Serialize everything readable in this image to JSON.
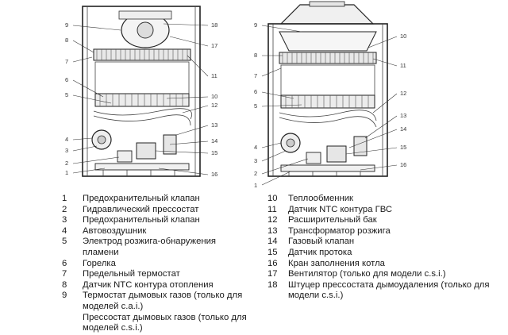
{
  "left_callouts": [
    "9",
    "18",
    "8",
    "17",
    "7",
    "11",
    "6",
    "5",
    "10",
    "12",
    "13",
    "14",
    "4",
    "3",
    "15",
    "2",
    "1",
    "16"
  ],
  "right_callouts": [
    "9",
    "10",
    "8",
    "11",
    "7",
    "6",
    "12",
    "5",
    "13",
    "14",
    "4",
    "15",
    "3",
    "2",
    "16",
    "1"
  ],
  "legend_left": [
    {
      "num": "1",
      "text": "Предохранительный клапан"
    },
    {
      "num": "2",
      "text": "Гидравлический прессостат"
    },
    {
      "num": "3",
      "text": "Предохранительный клапан"
    },
    {
      "num": "4",
      "text": "Автовоздушник"
    },
    {
      "num": "5",
      "text": "Электрод розжига-обнаружения пламени"
    },
    {
      "num": "6",
      "text": "Горелка"
    },
    {
      "num": "7",
      "text": "Предельный термостат"
    },
    {
      "num": "8",
      "text": "Датчик NTC контура отопления"
    },
    {
      "num": "9",
      "text": "Термостат дымовых газов (только для моделей c.a.i.)"
    },
    {
      "num": "",
      "text": "Прессостат дымовых газов (только для моделей c.s.i.)"
    }
  ],
  "legend_right": [
    {
      "num": "10",
      "text": "Теплообменник"
    },
    {
      "num": "11",
      "text": "Датчик NTC контура ГВС"
    },
    {
      "num": "12",
      "text": "Расширительный бак"
    },
    {
      "num": "13",
      "text": "Трансформатор розжига"
    },
    {
      "num": "14",
      "text": "Газовый клапан"
    },
    {
      "num": "15",
      "text": "Датчик протока"
    },
    {
      "num": "16",
      "text": "Кран заполнения котла"
    },
    {
      "num": "17",
      "text": "Вентилятор (только для модели c.s.i.)"
    },
    {
      "num": "18",
      "text": "Штуцер прессостата дымоудаления (только для модели c.s.i.)"
    }
  ]
}
